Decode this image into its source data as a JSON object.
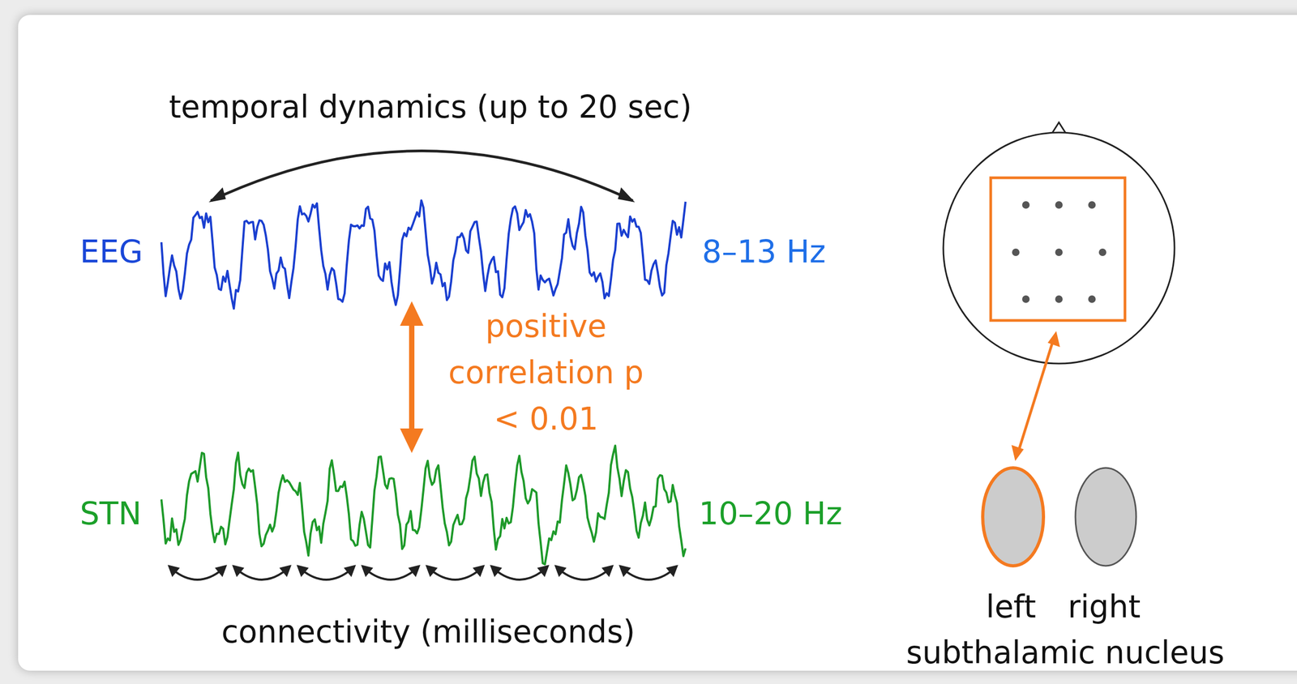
{
  "diagram": {
    "nodes": [
      {
        "text": [
          "EEG",
          "8–13 Hz"
        ]
      },
      {
        "text": [
          "STN",
          "10–20 Hz"
        ]
      }
    ],
    "edges": [
      {
        "from": 0,
        "to": 1,
        "arrow": "both",
        "label": "positive correlation p < 0.01"
      }
    ],
    "labels": [
      "temporal dynamics (up to 20 sec)",
      "connectivity (milliseconds)",
      "left",
      "right",
      "subthalamic nucleus"
    ]
  }
}
